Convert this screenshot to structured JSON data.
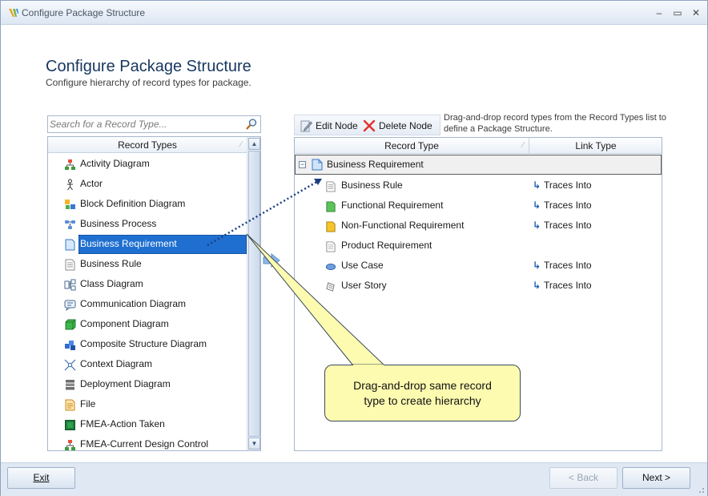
{
  "window": {
    "title": "Configure Package Structure",
    "controls": {
      "minimize": "–",
      "maximize": "▭",
      "close": "✕"
    }
  },
  "page": {
    "title": "Configure Package Structure",
    "subtitle": "Configure hierarchy of record types for package."
  },
  "search": {
    "placeholder": "Search for a Record Type...",
    "value": ""
  },
  "record_types": {
    "header": "Record Types",
    "selected": "Business Requirement",
    "items": [
      {
        "label": "Activity Diagram",
        "icon": "activity-diagram-icon"
      },
      {
        "label": "Actor",
        "icon": "actor-icon"
      },
      {
        "label": "Block Definition Diagram",
        "icon": "block-definition-diagram-icon"
      },
      {
        "label": "Business Process",
        "icon": "business-process-icon"
      },
      {
        "label": "Business Requirement",
        "icon": "business-requirement-icon"
      },
      {
        "label": "Business Rule",
        "icon": "business-rule-icon"
      },
      {
        "label": "Class Diagram",
        "icon": "class-diagram-icon"
      },
      {
        "label": "Communication Diagram",
        "icon": "communication-diagram-icon"
      },
      {
        "label": "Component Diagram",
        "icon": "component-diagram-icon"
      },
      {
        "label": "Composite Structure Diagram",
        "icon": "composite-structure-diagram-icon"
      },
      {
        "label": "Context Diagram",
        "icon": "context-diagram-icon"
      },
      {
        "label": "Deployment Diagram",
        "icon": "deployment-diagram-icon"
      },
      {
        "label": "File",
        "icon": "file-icon"
      },
      {
        "label": "FMEA-Action Taken",
        "icon": "fmea-action-taken-icon"
      },
      {
        "label": "FMEA-Current Design Control",
        "icon": "fmea-current-design-control-icon"
      }
    ]
  },
  "toolbar": {
    "edit_node": "Edit Node",
    "delete_node": "Delete Node"
  },
  "hint": "Drag-and-drop record types from the Record Types list to define a Package Structure.",
  "structure": {
    "columns": {
      "record_type": "Record Type",
      "link_type": "Link Type"
    },
    "root": {
      "label": "Business Requirement",
      "expander": "−"
    },
    "children": [
      {
        "label": "Business Rule",
        "link": "Traces Into",
        "icon": "business-rule-icon"
      },
      {
        "label": "Functional Requirement",
        "link": "Traces Into",
        "icon": "functional-requirement-icon"
      },
      {
        "label": "Non-Functional Requirement",
        "link": "Traces Into",
        "icon": "non-functional-requirement-icon"
      },
      {
        "label": "Product Requirement",
        "link": "",
        "icon": "product-requirement-icon"
      },
      {
        "label": "Use Case",
        "link": "Traces Into",
        "icon": "use-case-icon"
      },
      {
        "label": "User Story",
        "link": "Traces Into",
        "icon": "user-story-icon"
      }
    ]
  },
  "callout": {
    "line1": "Drag-and-drop same record",
    "line2": "type to create hierarchy"
  },
  "footer": {
    "exit": "Exit",
    "back": "< Back",
    "next": "Next >"
  },
  "colors": {
    "title_blue": "#17375e",
    "selection": "#1f6fd0",
    "callout_fill": "#fdfbb0",
    "link_arrow": "#1f5fb5"
  }
}
